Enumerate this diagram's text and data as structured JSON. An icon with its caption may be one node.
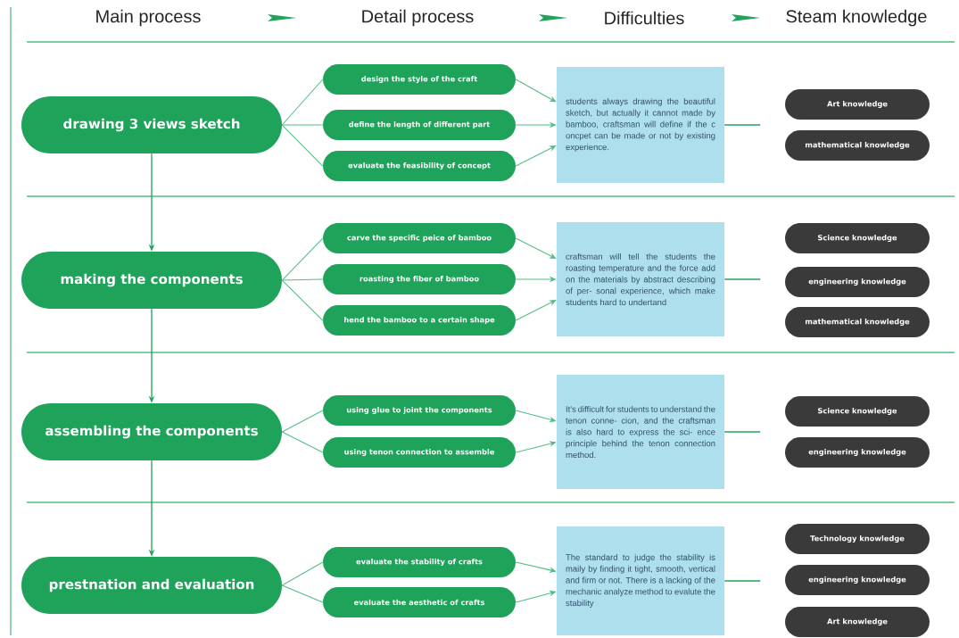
{
  "diagram": {
    "nodes": [
      {
        "text": [
          "drawing 3 views sketch"
        ]
      },
      {
        "text": [
          "design the style of the craft"
        ]
      },
      {
        "text": [
          "define the length of different part"
        ]
      },
      {
        "text": [
          "evaluate the feasibility of concept"
        ]
      },
      {
        "text": [
          "students always drawing the beautiful sketch, but actually it cannot made by bamboo, craftsman will define if the c oncpet can be made or not by existing experience."
        ]
      },
      {
        "text": [
          "Art knowledge"
        ]
      },
      {
        "text": [
          "mathematical  knowledge"
        ]
      },
      {
        "text": [
          "making the components"
        ]
      },
      {
        "text": [
          "carve the specific peice of bamboo"
        ]
      },
      {
        "text": [
          "roasting the fiber of bamboo"
        ]
      },
      {
        "text": [
          "hend the bamboo to a certain shape"
        ]
      },
      {
        "text": [
          "craftsman will tell the students the roasting temperature and the force add on the materials by abstract describing of per- sonal experience, which make students hard to undertand"
        ]
      },
      {
        "text": [
          "Science knowledge"
        ]
      },
      {
        "text": [
          "engineering knowledge"
        ]
      },
      {
        "text": [
          "mathematical  knowledge"
        ]
      },
      {
        "text": [
          "assembling the components"
        ]
      },
      {
        "text": [
          "using glue to joint the components"
        ]
      },
      {
        "text": [
          "using tenon connection to assemble"
        ]
      },
      {
        "text": [
          "It's difficult for students to understand the tenon conne- cion, and the craftsman is also hard to express the sci- ence principle behind the tenon connection method."
        ]
      },
      {
        "text": [
          "Science knowledge"
        ]
      },
      {
        "text": [
          "engineering knowledge"
        ]
      },
      {
        "text": [
          "prestnation and evaluation"
        ]
      },
      {
        "text": [
          "evaluate the stability of crafts"
        ]
      },
      {
        "text": [
          "evaluate the aesthetic of crafts"
        ]
      },
      {
        "text": [
          "The standard to judge the stability is maily by finding it tight, smooth, vertical and firm or not. There is a lacking of the mechanic analyze method to evalute the stability"
        ]
      },
      {
        "text": [
          "Technology knowledge"
        ]
      },
      {
        "text": [
          "engineering knowledge"
        ]
      },
      {
        "text": [
          "Art knowledge"
        ]
      }
    ],
    "edges": [
      {
        "from": 0,
        "to": 1,
        "arrow": "none"
      },
      {
        "from": 0,
        "to": 2,
        "arrow": "none"
      },
      {
        "from": 0,
        "to": 3,
        "arrow": "none"
      },
      {
        "from": 1,
        "to": 4,
        "arrow": "to"
      },
      {
        "from": 2,
        "to": 4,
        "arrow": "to"
      },
      {
        "from": 3,
        "to": 4,
        "arrow": "to"
      },
      {
        "from": 4,
        "to": null,
        "arrow": "none"
      },
      {
        "from": 7,
        "to": 8,
        "arrow": "none"
      },
      {
        "from": 7,
        "to": 9,
        "arrow": "none"
      },
      {
        "from": 7,
        "to": 10,
        "arrow": "none"
      },
      {
        "from": 8,
        "to": 11,
        "arrow": "to"
      },
      {
        "from": 9,
        "to": 11,
        "arrow": "to"
      },
      {
        "from": 10,
        "to": 11,
        "arrow": "to"
      },
      {
        "from": 11,
        "to": null,
        "arrow": "none"
      },
      {
        "from": 15,
        "to": 16,
        "arrow": "none"
      },
      {
        "from": 15,
        "to": 17,
        "arrow": "none"
      },
      {
        "from": 16,
        "to": 18,
        "arrow": "to"
      },
      {
        "from": 17,
        "to": 18,
        "arrow": "to"
      },
      {
        "from": 18,
        "to": null,
        "arrow": "none"
      },
      {
        "from": 21,
        "to": 22,
        "arrow": "none"
      },
      {
        "from": 21,
        "to": 23,
        "arrow": "none"
      },
      {
        "from": 22,
        "to": 24,
        "arrow": "to"
      },
      {
        "from": 23,
        "to": 24,
        "arrow": "to"
      },
      {
        "from": 24,
        "to": null,
        "arrow": "none"
      },
      {
        "from": 0,
        "to": 7,
        "arrow": "to"
      },
      {
        "from": 7,
        "to": 15,
        "arrow": "to"
      },
      {
        "from": 15,
        "to": 21,
        "arrow": "to"
      }
    ],
    "labels": [
      "Main process",
      "Detail process",
      "Difficulties",
      "Steam knowledge"
    ]
  }
}
